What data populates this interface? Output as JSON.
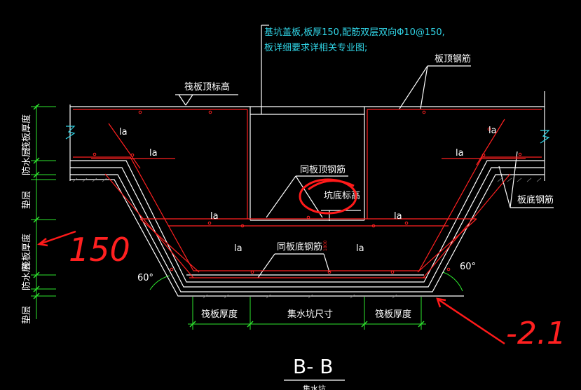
{
  "section_title": "B- B",
  "section_subtitle": "集水坑",
  "notes": {
    "line1": "基坑盖板,板厚150,配筋双层双向Φ10@150,",
    "line2": "板详细要求详相关专业图;"
  },
  "labels": {
    "raft_top_elevation": "筏板顶标高",
    "slab_top_rebar": "板顶钢筋",
    "slab_bottom_rebar": "板底钢筋",
    "same_slab_top_rebar": "同板顶钢筋",
    "same_slab_bottom_rebar": "同板底钢筋",
    "pit_bottom_elevation": "坑底标高",
    "anchorage": "la",
    "angle": "60°",
    "small_dim": "1800"
  },
  "left_dims": {
    "raft_thickness": "筏板厚度",
    "waterproof_layer": "防水层",
    "cushion_layer": "垫层"
  },
  "bottom_dims": {
    "raft_thickness_left": "筏板厚度",
    "pit_size": "集水坑尺寸",
    "raft_thickness_right": "筏板厚度"
  },
  "annotations": {
    "handwritten_thickness": "150",
    "handwritten_depth": "-2.1"
  },
  "colors": {
    "background": "#000000",
    "structure": "#ffffff",
    "rebar": "#ff2020",
    "dimension": "#31d6e8",
    "green_dim": "#2ee62e",
    "annotation": "#ff1a1a"
  }
}
